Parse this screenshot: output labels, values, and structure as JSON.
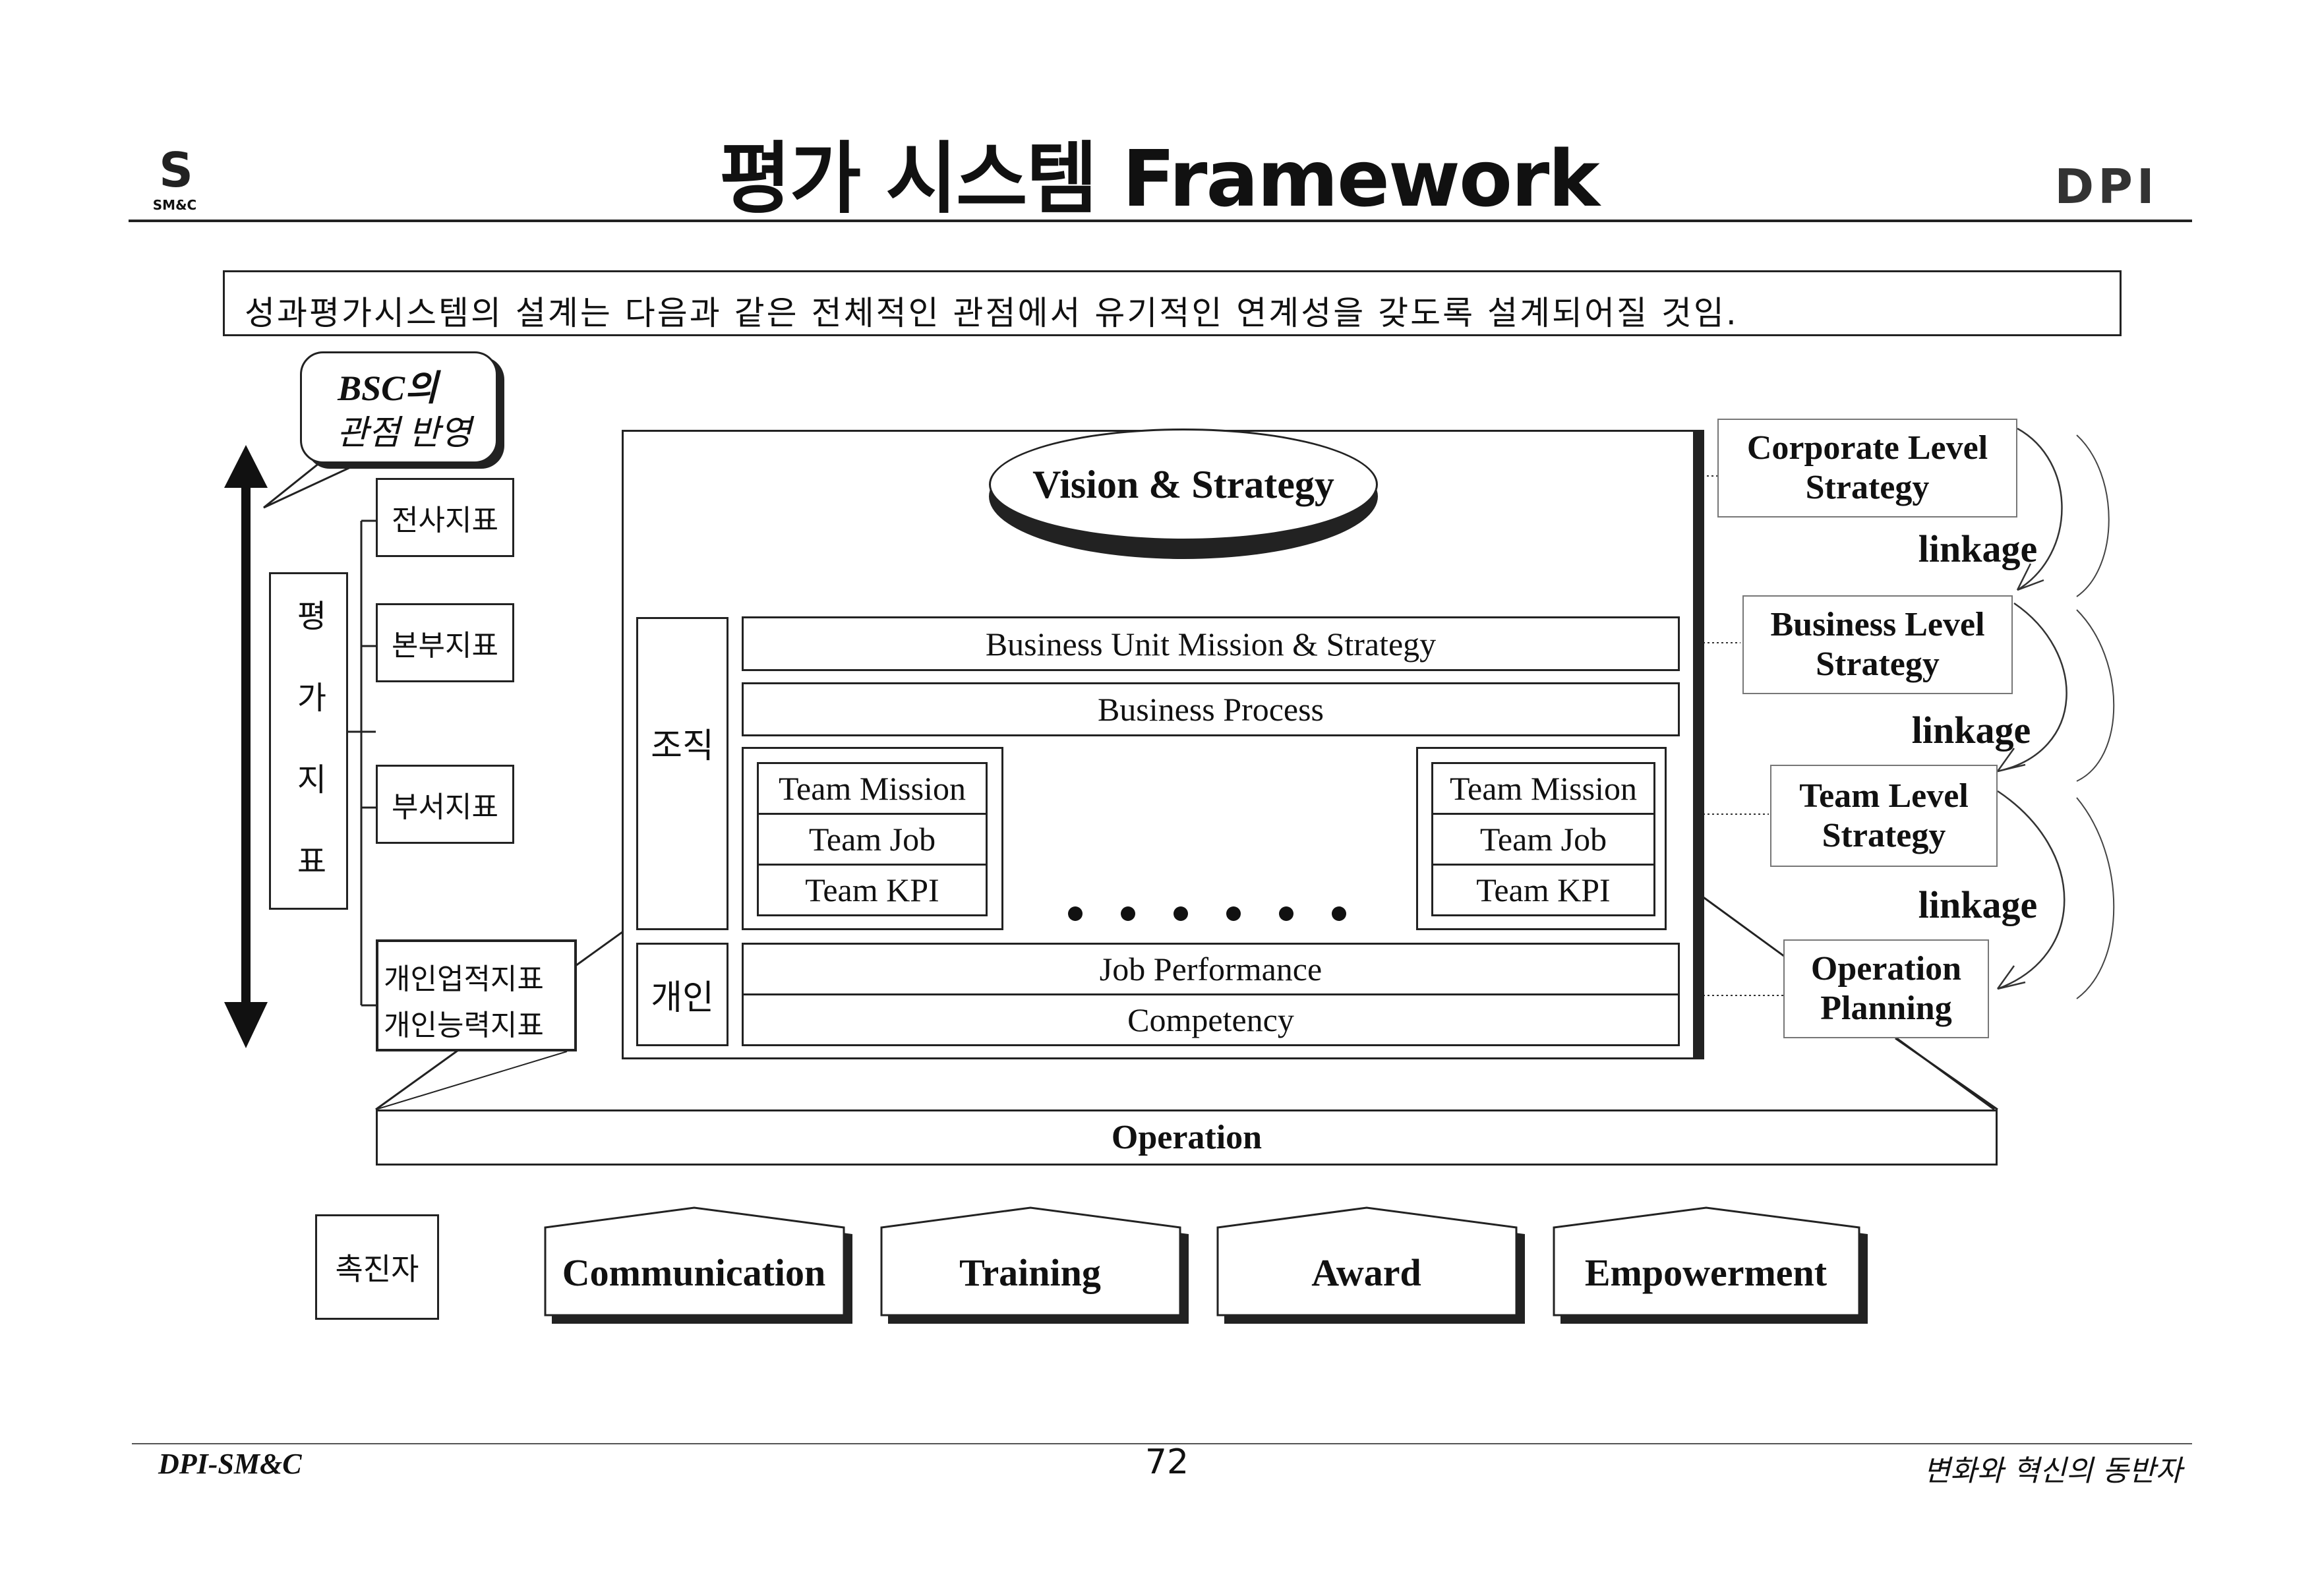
{
  "header": {
    "title": "평가 시스템 Framework",
    "left_logo_text": "SM&C",
    "right_logo_text": "DPI"
  },
  "intro_text": "성과평가시스템의 설계는 다음과 같은 전체적인 관점에서 유기적인 연계성을 갖도록 설계되어질 것임.",
  "callout": {
    "line1": "BSC의",
    "line2": "관점 반영"
  },
  "eval_label": "평 가 지 표",
  "indicators": {
    "company": "전사지표",
    "division": "본부지표",
    "department": "부서지표",
    "individual_line1": "개인업적지표",
    "individual_line2": "개인능력지표"
  },
  "org_label": "조직",
  "ind_label": "개인",
  "vision": "Vision & Strategy",
  "bu_mission": "Business Unit Mission & Strategy",
  "business_process": "Business Process",
  "team_left": {
    "mission": "Team Mission",
    "job": "Team Job",
    "kpi": "Team KPI"
  },
  "team_right": {
    "mission": "Team Mission",
    "job": "Team Job",
    "kpi": "Team KPI"
  },
  "job_performance": "Job Performance",
  "competency": "Competency",
  "operation": "Operation",
  "right_levels": {
    "corporate": "Corporate Level Strategy",
    "business": "Business Level Strategy",
    "team": "Team Level Strategy",
    "operation_planning": "Operation Planning",
    "linkage": "linkage"
  },
  "enabler_label": "촉진자",
  "enablers": [
    "Communication",
    "Training",
    "Award",
    "Empowerment"
  ],
  "footer": {
    "left": "DPI-SM&C",
    "page": "72",
    "right": "변화와 혁신의 동반자"
  }
}
